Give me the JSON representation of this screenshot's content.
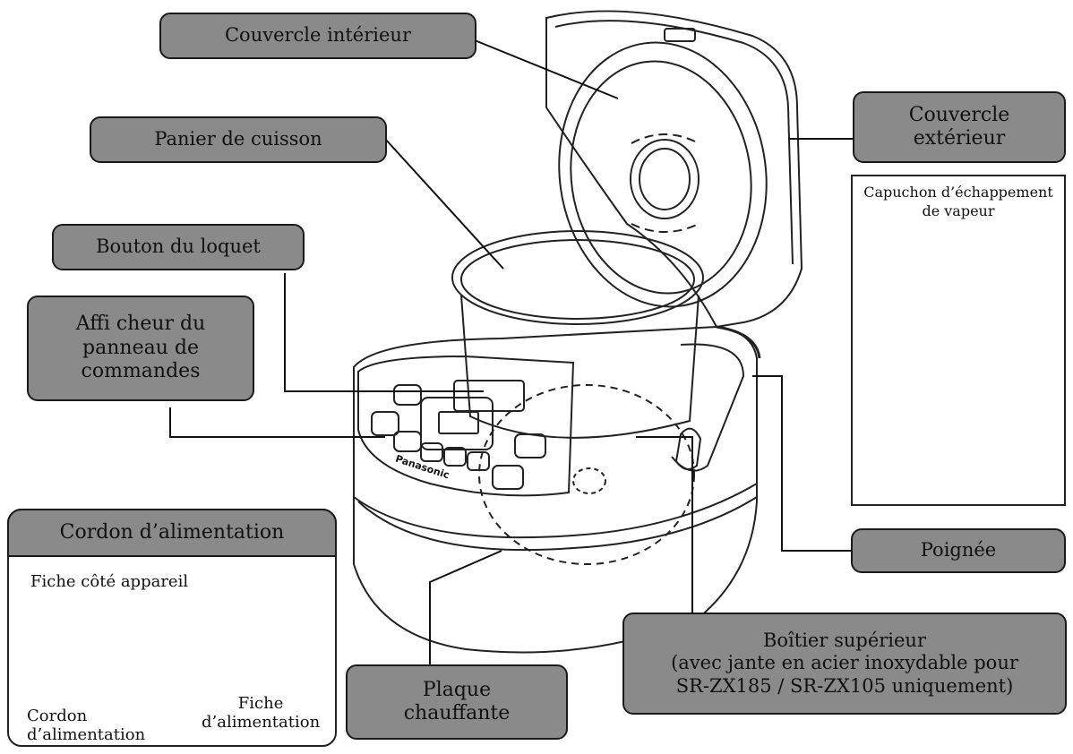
{
  "labels": {
    "inner_lid": "Couvercle intérieur",
    "cooking_pan": "Panier de cuisson",
    "latch_button": "Bouton du loquet",
    "control_panel_line1": "Affi cheur du",
    "control_panel_line2": "panneau de",
    "control_panel_line3": "commandes",
    "outer_lid_line1": "Couvercle",
    "outer_lid_line2": "extérieur",
    "steam_cap_line1": "Capuchon d’échappement",
    "steam_cap_line2": "de vapeur",
    "handle": "Poignée",
    "upper_housing_line1": "Boîtier supérieur",
    "upper_housing_line2": "(avec jante en acier inoxydable pour",
    "upper_housing_line3": "SR-ZX185 / SR-ZX105 uniquement)",
    "heating_plate_line1": "Plaque",
    "heating_plate_line2": "chauffante"
  },
  "cord_panel": {
    "title": "Cordon d’alimentation",
    "appliance_plug": "Fiche côté appareil",
    "cord_line1": "Cordon",
    "cord_line2": "d’alimentation",
    "power_plug_line1": "Fiche",
    "power_plug_line2": "d’alimentation"
  },
  "brand": "Panasonic",
  "colors": {
    "label_fill": "#8a8a8a",
    "outline": "#1a1a1a"
  }
}
